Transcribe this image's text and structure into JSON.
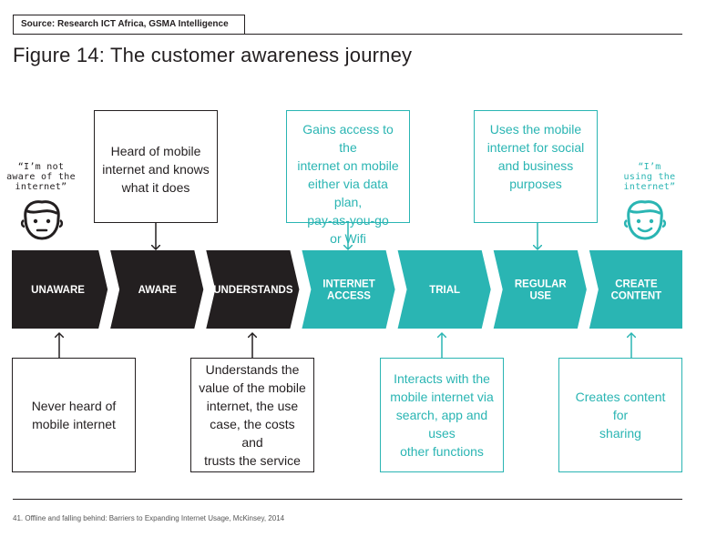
{
  "source": "Source: Research ICT Africa, GSMA Intelligence",
  "title": "Figure 14: The customer awareness journey",
  "quotes": {
    "left": "“I’m not\naware of the\ninternet”",
    "right": "“I’m\nusing the\ninternet”"
  },
  "stages": [
    {
      "label": "UNAWARE",
      "color": "#231f20"
    },
    {
      "label": "AWARE",
      "color": "#231f20"
    },
    {
      "label": "UNDERSTANDS",
      "color": "#231f20"
    },
    {
      "label": "INTERNET\nACCESS",
      "color": "#2ab5b3"
    },
    {
      "label": "TRIAL",
      "color": "#2ab5b3"
    },
    {
      "label": "REGULAR\nUSE",
      "color": "#2ab5b3"
    },
    {
      "label": "CREATE\nCONTENT",
      "color": "#2ab5b3"
    }
  ],
  "top_boxes": {
    "aware": "Heard of mobile\ninternet and knows\nwhat it does",
    "internet_access": "Gains access to the\ninternet on mobile\neither via data plan,\npay-as-you-go\nor Wifi",
    "regular_use": "Uses the mobile\ninternet for social\nand business\npurposes"
  },
  "bottom_boxes": {
    "unaware": "Never heard of\nmobile internet",
    "understands": "Understands the\nvalue of the mobile\ninternet, the use\ncase, the costs and\ntrusts the service",
    "trial": "Interacts with the\nmobile internet via\nsearch, app and uses\nother functions",
    "create_content": "Creates content for\nsharing"
  },
  "footnote": "41.  Offline and falling behind: Barriers to Expanding Internet Usage, McKinsey, 2014",
  "colors": {
    "dark": "#231f20",
    "teal": "#2ab5b3"
  },
  "icons": {
    "left": "unaware-face-icon",
    "right": "aware-face-icon"
  }
}
